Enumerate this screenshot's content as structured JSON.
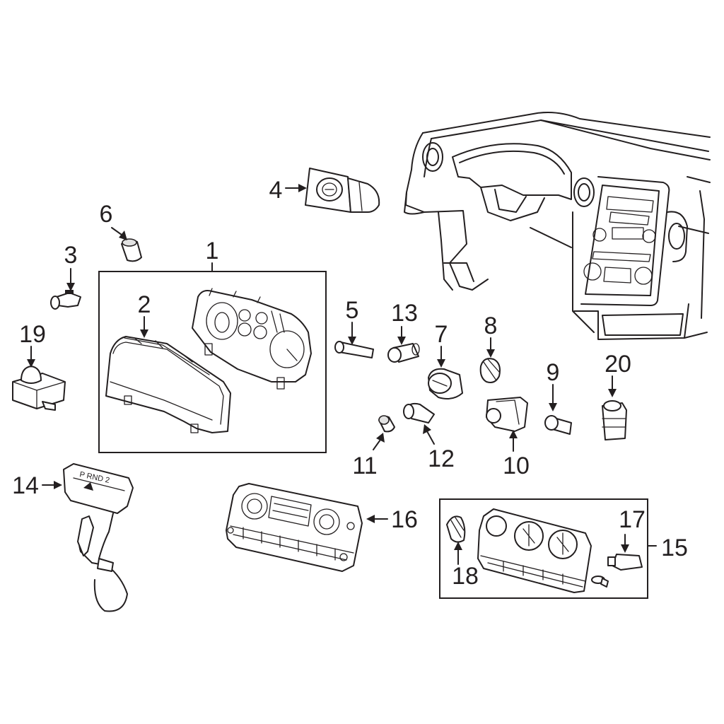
{
  "callouts": [
    {
      "id": "1",
      "label": "1"
    },
    {
      "id": "2",
      "label": "2"
    },
    {
      "id": "3",
      "label": "3"
    },
    {
      "id": "4",
      "label": "4"
    },
    {
      "id": "5",
      "label": "5"
    },
    {
      "id": "6",
      "label": "6"
    },
    {
      "id": "7",
      "label": "7"
    },
    {
      "id": "8",
      "label": "8"
    },
    {
      "id": "9",
      "label": "9"
    },
    {
      "id": "10",
      "label": "10"
    },
    {
      "id": "11",
      "label": "11"
    },
    {
      "id": "12",
      "label": "12"
    },
    {
      "id": "13",
      "label": "13"
    },
    {
      "id": "14",
      "label": "14"
    },
    {
      "id": "15",
      "label": "15"
    },
    {
      "id": "16",
      "label": "16"
    },
    {
      "id": "17",
      "label": "17"
    },
    {
      "id": "18",
      "label": "18"
    },
    {
      "id": "19",
      "label": "19"
    },
    {
      "id": "20",
      "label": "20"
    }
  ],
  "gear_indicator_text": "P RND 2"
}
